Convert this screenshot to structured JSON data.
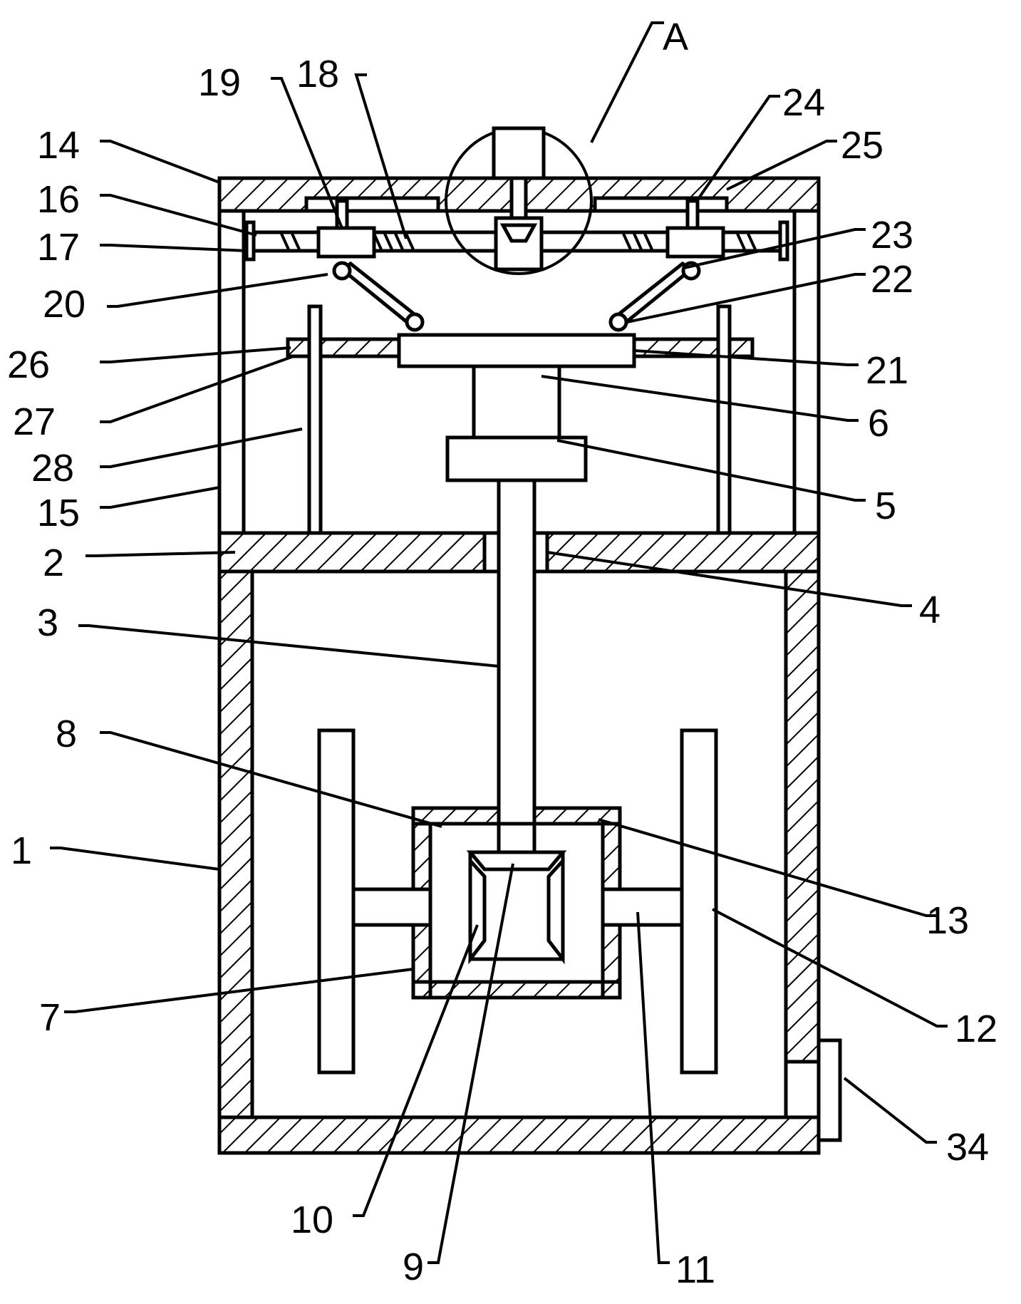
{
  "figure": {
    "callouts": [
      "A",
      "14",
      "16",
      "17",
      "19",
      "18",
      "24",
      "25",
      "23",
      "22",
      "20",
      "26",
      "21",
      "27",
      "6",
      "28",
      "5",
      "15",
      "2",
      "4",
      "3",
      "8",
      "13",
      "1",
      "12",
      "7",
      "34",
      "10",
      "9",
      "11"
    ]
  }
}
